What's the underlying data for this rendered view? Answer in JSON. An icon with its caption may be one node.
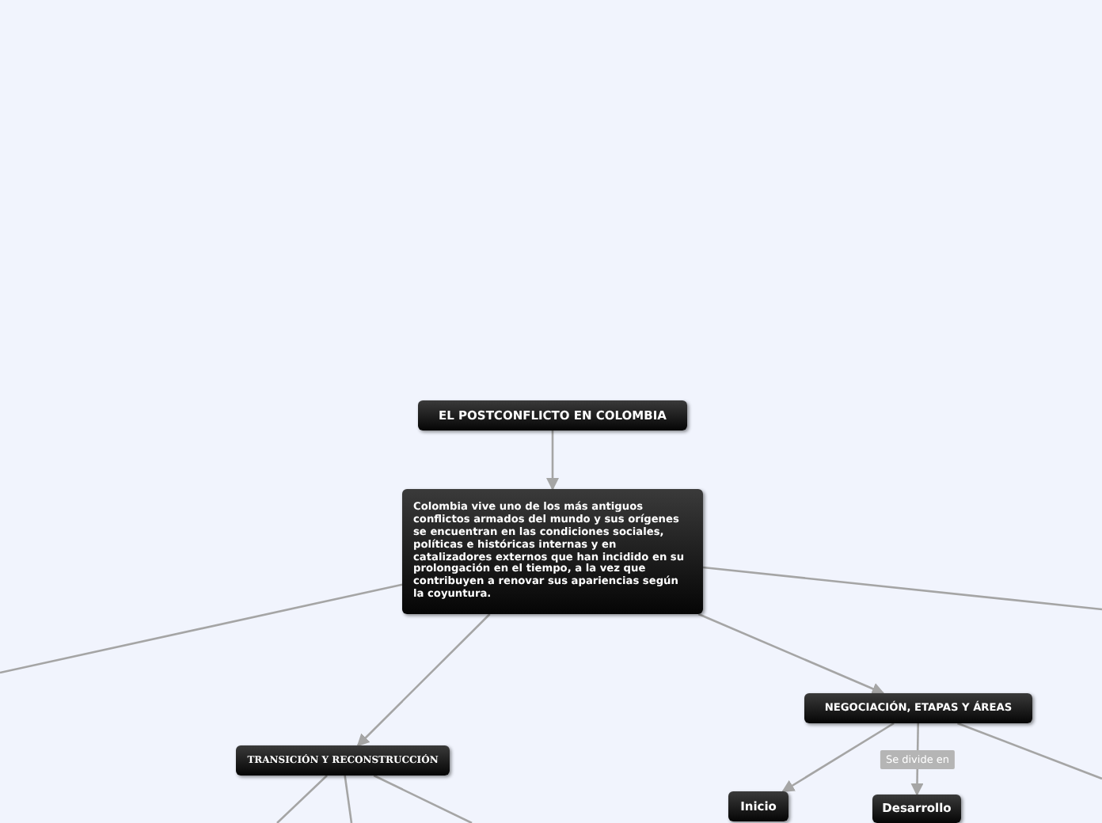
{
  "diagram": {
    "nodes": [
      {
        "text": [
          "EL POSTCONFLICTO EN COLOMBIA"
        ]
      },
      {
        "text": [
          "Colombia vive uno de los más antiguos conflictos armados del mundo y sus orígenes se encuentran en las condiciones sociales, políticas e históricas internas y en catalizadores externos que han incidido en su prolongación en el tiempo, a la vez que contribuyen a renovar sus apariencias según la coyuntura."
        ]
      },
      {
        "text": [
          "TRANSICIÓN Y RECONSTRUCCIÓN"
        ]
      },
      {
        "text": [
          "NEGOCIACIÓN, ETAPAS Y ÁREAS"
        ]
      },
      {
        "text": [
          "Inicio"
        ]
      },
      {
        "text": [
          "Desarrollo"
        ]
      }
    ],
    "edges": [
      {
        "from": 0,
        "to": 1,
        "arrow": "to"
      },
      {
        "from": 1,
        "to": 2,
        "arrow": "to"
      },
      {
        "from": 1,
        "to": 3,
        "arrow": "to"
      },
      {
        "from": 3,
        "to": 4,
        "arrow": "to"
      },
      {
        "from": 3,
        "to": 5,
        "arrow": "to",
        "label": "Se divide en"
      },
      {
        "from": 1,
        "to": null,
        "arrow": "none"
      },
      {
        "from": 1,
        "to": null,
        "arrow": "none"
      },
      {
        "from": 3,
        "to": null,
        "arrow": "none"
      },
      {
        "from": 2,
        "to": null,
        "arrow": "none"
      },
      {
        "from": 2,
        "to": null,
        "arrow": "none"
      },
      {
        "from": 2,
        "to": null,
        "arrow": "none"
      }
    ]
  }
}
